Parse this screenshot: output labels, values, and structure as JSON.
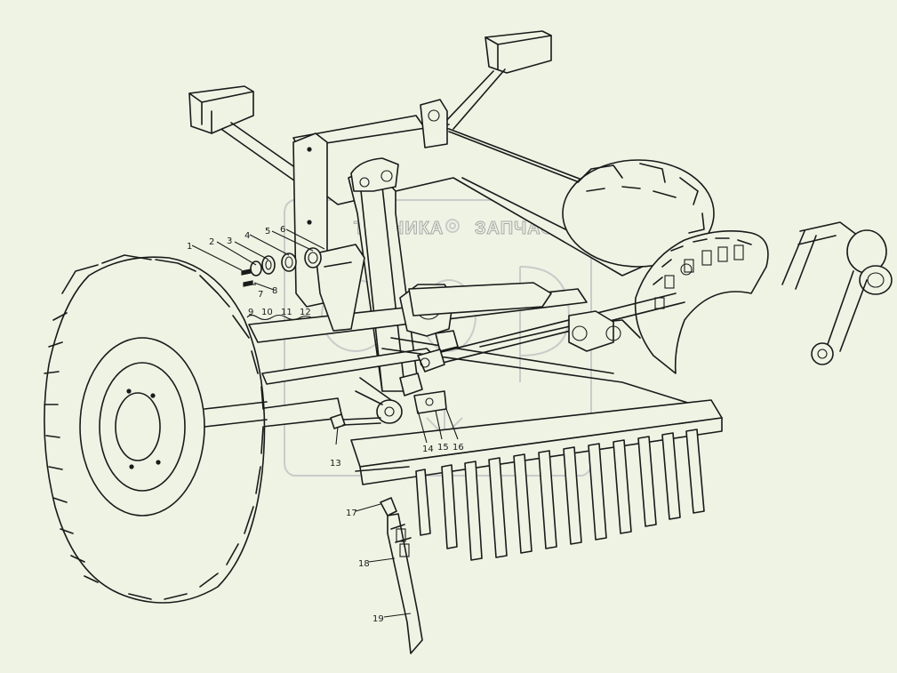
{
  "watermark": {
    "left_text": "ТЕХНИКА",
    "right_text": "ЗАПЧАСТИ",
    "gear_glyph": "gear-icon"
  },
  "callouts": [
    {
      "id": "c1",
      "text": "1"
    },
    {
      "id": "c2",
      "text": "2"
    },
    {
      "id": "c3",
      "text": "3"
    },
    {
      "id": "c4",
      "text": "4"
    },
    {
      "id": "c5",
      "text": "5"
    },
    {
      "id": "c6",
      "text": "6"
    },
    {
      "id": "c7",
      "text": "7"
    },
    {
      "id": "c8",
      "text": "8"
    },
    {
      "id": "c9",
      "text": "9"
    },
    {
      "id": "c10",
      "text": "10"
    },
    {
      "id": "c11",
      "text": "11"
    },
    {
      "id": "c12",
      "text": "12"
    },
    {
      "id": "c13",
      "text": "13"
    },
    {
      "id": "c14",
      "text": "14"
    },
    {
      "id": "c15",
      "text": "15"
    },
    {
      "id": "c16",
      "text": "16"
    },
    {
      "id": "c17",
      "text": "17"
    },
    {
      "id": "c18",
      "text": "18"
    },
    {
      "id": "c19",
      "text": "19"
    }
  ],
  "colors": {
    "background": "#eef3e4",
    "line": "#1a1a1a",
    "watermark": "#a7a9a7"
  }
}
